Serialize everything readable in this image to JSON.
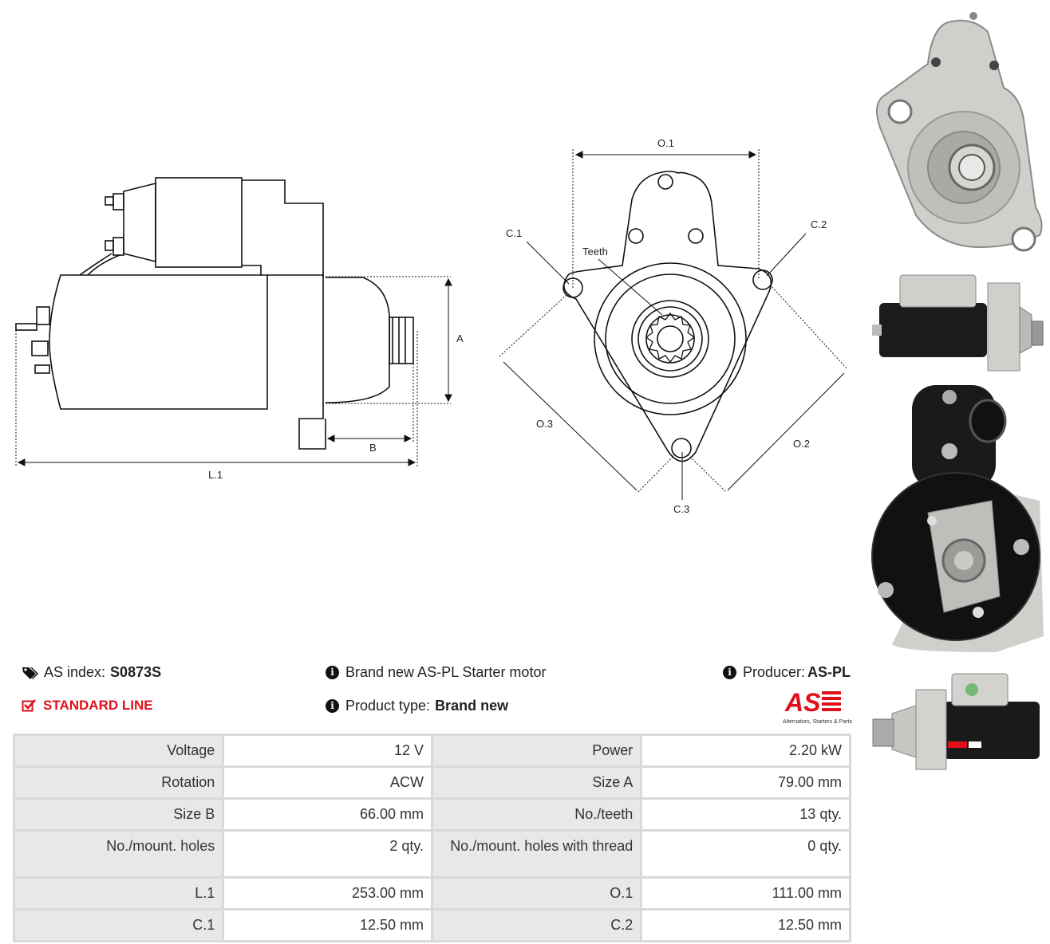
{
  "drawing": {
    "labels": {
      "L1": "L.1",
      "A": "A",
      "B": "B",
      "O1": "O.1",
      "O2": "O.2",
      "O3": "O.3",
      "C1": "C.1",
      "C2": "C.2",
      "C3": "C.3",
      "teeth": "Teeth"
    }
  },
  "info": {
    "as_index_label": "AS index:",
    "as_index_value": "S0873S",
    "line_label": "STANDARD LINE",
    "description": "Brand new AS-PL Starter motor",
    "product_type_label": "Product type:",
    "product_type_value": "Brand new",
    "producer_label": "Producer:",
    "producer_value": "AS-PL"
  },
  "logo": {
    "text": "AS",
    "tagline": "Alternators, Starters & Parts",
    "color": "#e0101a"
  },
  "specs": [
    {
      "k1": "Voltage",
      "v1": "12 V",
      "k2": "Power",
      "v2": "2.20 kW"
    },
    {
      "k1": "Rotation",
      "v1": "ACW",
      "k2": "Size A",
      "v2": "79.00 mm"
    },
    {
      "k1": "Size B",
      "v1": "66.00 mm",
      "k2": "No./teeth",
      "v2": "13 qty."
    },
    {
      "k1": "No./mount. holes",
      "v1": "2 qty.",
      "k2": "No./mount. holes with thread",
      "v2": "0 qty."
    },
    {
      "k1": "L.1",
      "v1": "253.00 mm",
      "k2": "O.1",
      "v2": "111.00 mm"
    },
    {
      "k1": "C.1",
      "v1": "12.50 mm",
      "k2": "C.2",
      "v2": "12.50 mm"
    }
  ]
}
